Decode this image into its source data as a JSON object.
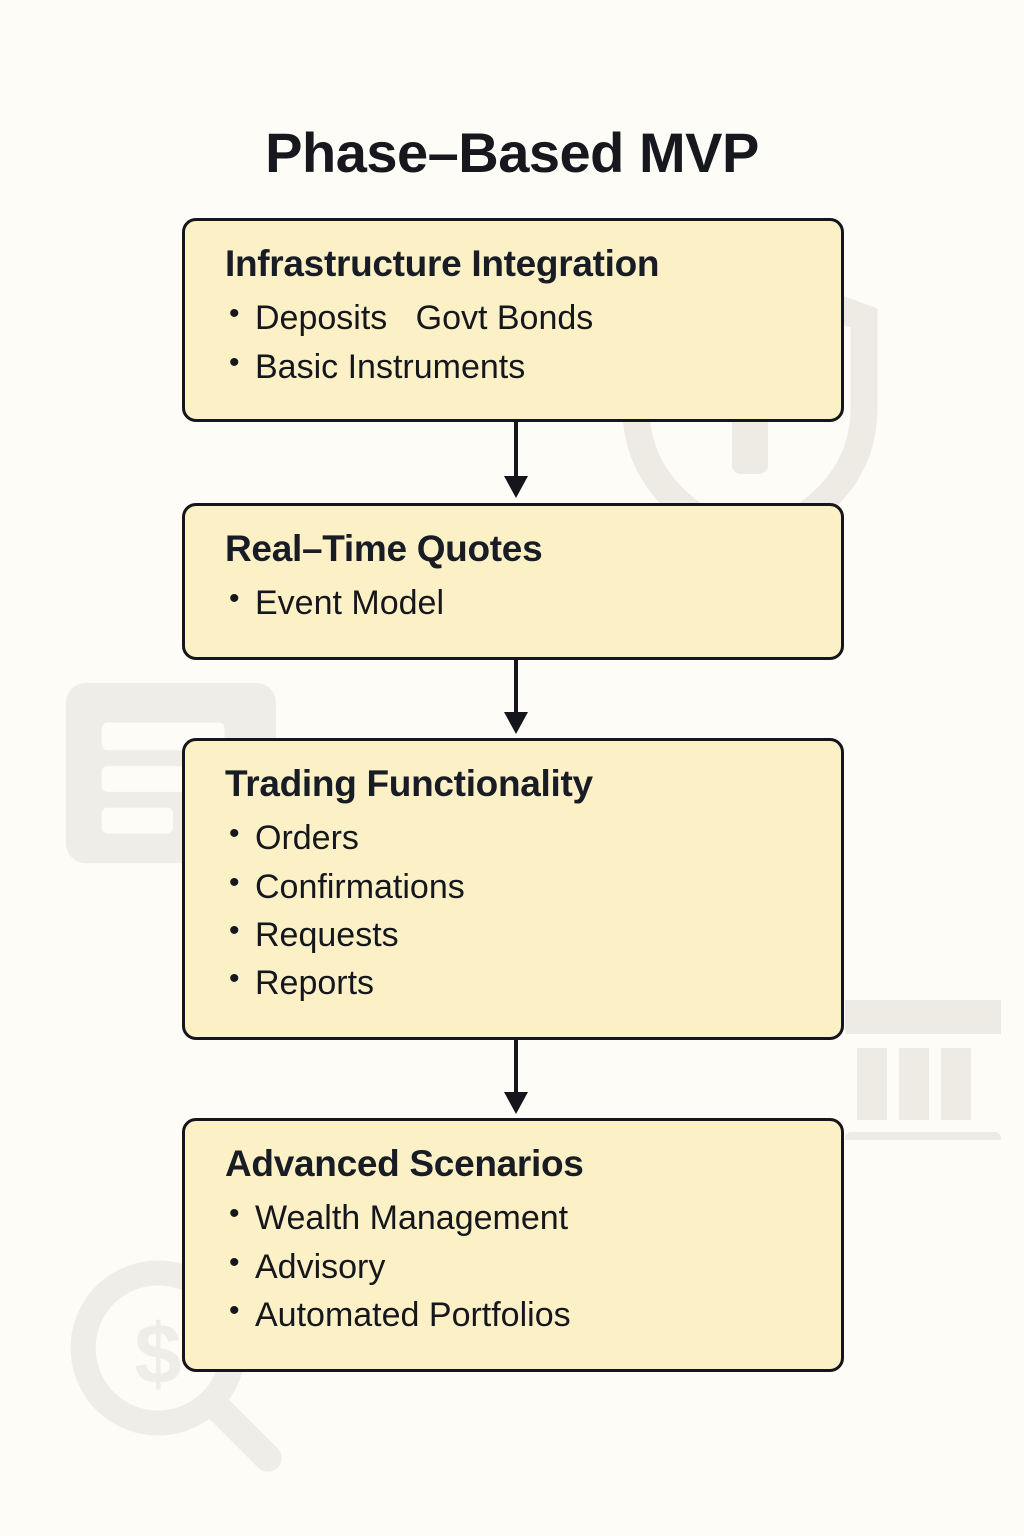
{
  "page": {
    "title": "Phase–Based MVP",
    "background_color": "#FDFCF7",
    "node_fill_color": "#FBF0C6",
    "node_border_color": "#14161C",
    "text_color": "#15171C"
  },
  "diagram": {
    "type": "flowchart-vertical",
    "nodes": [
      {
        "id": "infrastructure-integration",
        "title": "Infrastructure Integration",
        "items": [
          "Deposits   Govt Bonds",
          "Basic Instruments"
        ]
      },
      {
        "id": "real-time-quotes",
        "title": "Real–Time Quotes",
        "items": [
          "Event Model"
        ]
      },
      {
        "id": "trading-functionality",
        "title": "Trading Functionality",
        "items": [
          "Orders",
          "Confirmations",
          "Requests",
          "Reports"
        ]
      },
      {
        "id": "advanced-scenarios",
        "title": "Advanced Scenarios",
        "items": [
          "Wealth Management",
          "Advisory",
          "Automated Portfolios"
        ]
      }
    ],
    "connectors": [
      {
        "from": "infrastructure-integration",
        "to": "real-time-quotes"
      },
      {
        "from": "real-time-quotes",
        "to": "trading-functionality"
      },
      {
        "from": "trading-functionality",
        "to": "advanced-scenarios"
      }
    ]
  },
  "watermarks": [
    {
      "name": "shield-icon"
    },
    {
      "name": "document-card-icon"
    },
    {
      "name": "bank-building-icon"
    },
    {
      "name": "magnifier-dollar-icon"
    }
  ]
}
